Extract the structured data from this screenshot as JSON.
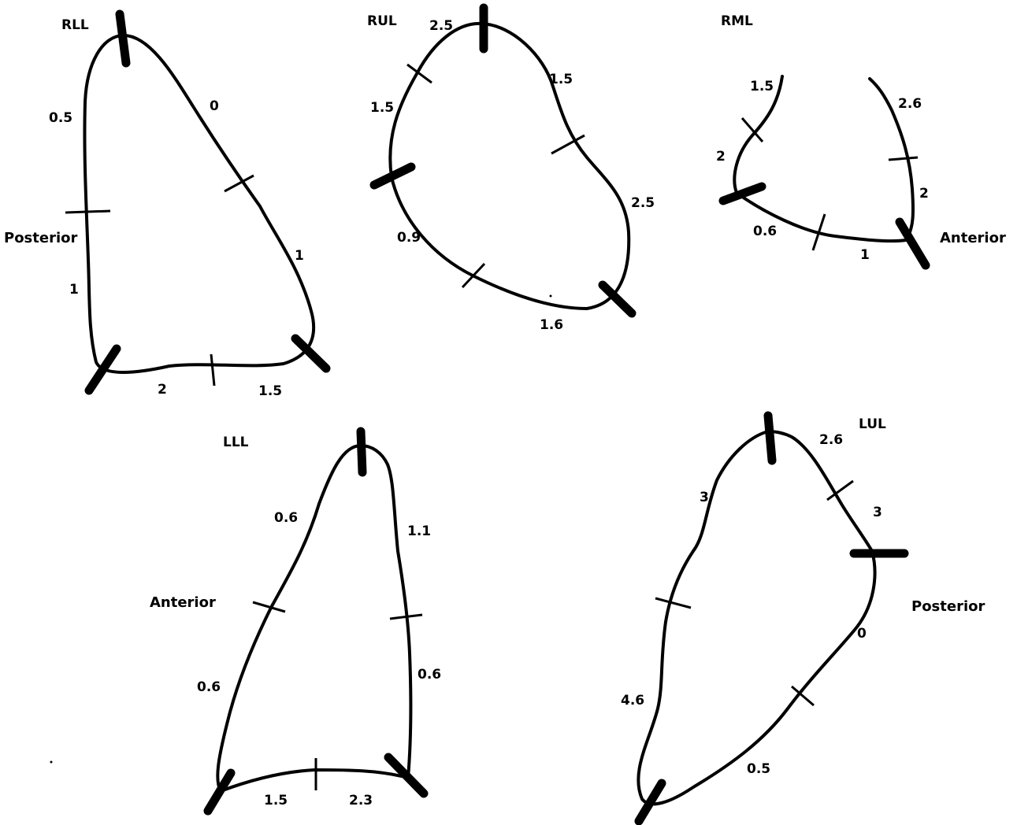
{
  "lobes": {
    "rll": {
      "title": "RLL",
      "side": "Posterior",
      "labels": [
        "0.5",
        "0",
        "1",
        "1",
        "2",
        "1.5"
      ]
    },
    "rul": {
      "title": "RUL",
      "labels": [
        "2.5",
        "1.5",
        "1.5",
        "2.5",
        "0.9",
        "1.6"
      ]
    },
    "rml": {
      "title": "RML",
      "side": "Anterior",
      "labels": [
        "1.5",
        "2",
        "2.6",
        "2",
        "0.6",
        "1"
      ]
    },
    "lll": {
      "title": "LLL",
      "side": "Anterior",
      "labels": [
        "0.6",
        "1.1",
        "0.6",
        "0.6",
        "1.5",
        "2.3"
      ]
    },
    "lul": {
      "title": "LUL",
      "side": "Posterior",
      "labels": [
        "2.6",
        "3",
        "3",
        "0",
        "4.6",
        "0.5"
      ]
    }
  }
}
